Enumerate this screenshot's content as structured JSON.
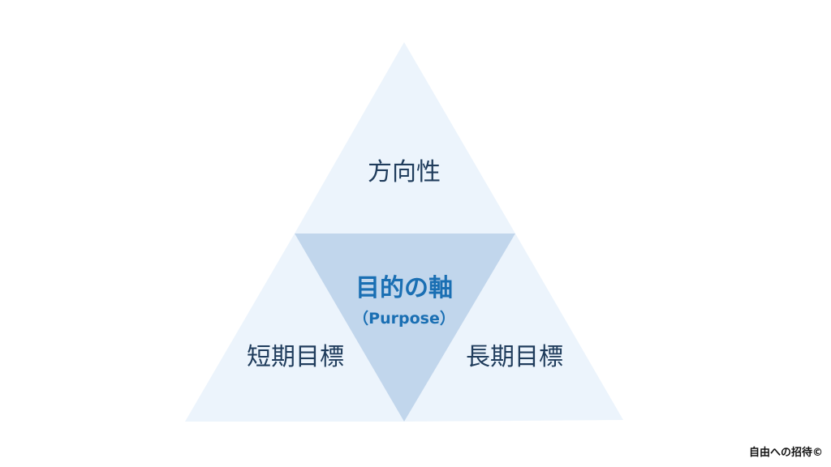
{
  "diagram": {
    "top_label": "方向性",
    "left_label": "短期目標",
    "right_label": "長期目標",
    "center_title": "目的の軸",
    "center_subtitle": "（Purpose）"
  },
  "footer": {
    "copyright": "自由への招待©"
  },
  "colors": {
    "outer_fill": "#ecf4fc",
    "center_fill": "#c1d6ec",
    "outer_text": "#1f3c5c",
    "center_text": "#1a6fb3"
  }
}
